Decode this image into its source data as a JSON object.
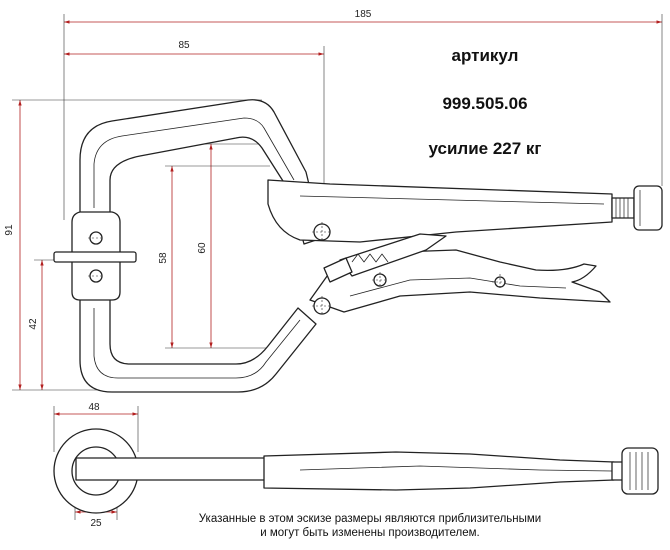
{
  "header": {
    "article_label": "артикул",
    "article_number": "999.505.06",
    "force": "усилие 227 кг"
  },
  "dimensions": {
    "overall_length": "185",
    "jaw_depth": "85",
    "overall_height": "91",
    "pad_height": "42",
    "throat_inner": "58",
    "throat_outer": "60",
    "pad_outer": "48",
    "pad_inner": "25"
  },
  "note": {
    "line1": "Указанные в этом эскизе размеры являются приблизительными",
    "line2": "и могут быть изменены производителем."
  }
}
